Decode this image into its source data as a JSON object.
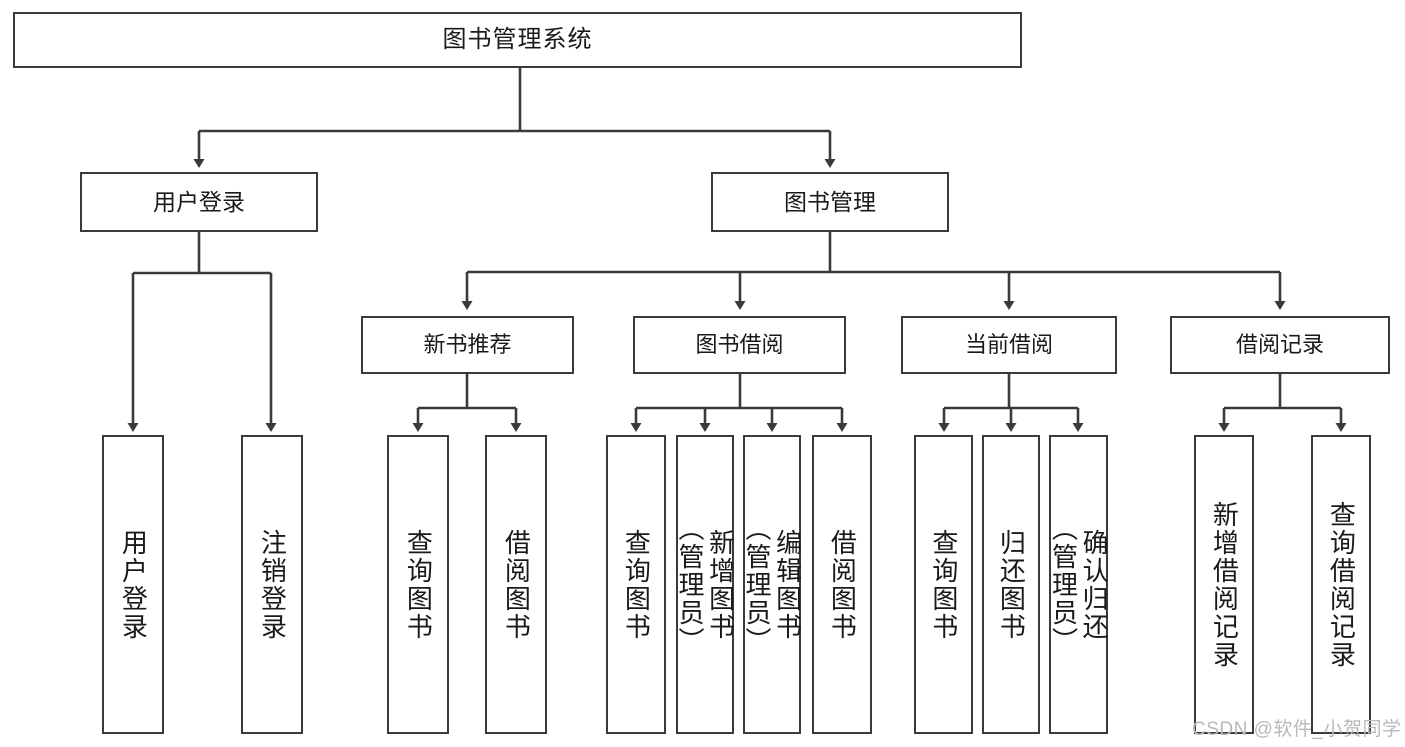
{
  "diagram": {
    "type": "tree-hierarchy",
    "title_node": {
      "label": "图书管理系统"
    },
    "level2": [
      {
        "label": "用户登录"
      },
      {
        "label": "图书管理"
      }
    ],
    "level3": [
      {
        "label": "新书推荐"
      },
      {
        "label": "图书借阅"
      },
      {
        "label": "当前借阅"
      },
      {
        "label": "借阅记录"
      }
    ],
    "leaves": {
      "user_login_children": [
        {
          "label": "用户登录"
        },
        {
          "label": "注销登录"
        }
      ],
      "new_book_children": [
        {
          "label": "查询图书"
        },
        {
          "label": "借阅图书"
        }
      ],
      "book_borrow_children": [
        {
          "label": "查询图书"
        },
        {
          "label": "新增图书\n（管理员）"
        },
        {
          "label": "编辑图书\n（管理员）"
        },
        {
          "label": "借阅图书"
        }
      ],
      "current_borrow_children": [
        {
          "label": "查询图书"
        },
        {
          "label": "归还图书"
        },
        {
          "label": "确认归还\n（管理员）"
        }
      ],
      "borrow_record_children": [
        {
          "label": "新增借阅记录"
        },
        {
          "label": "查询借阅记录"
        }
      ]
    },
    "watermark": "CSDN @软件_小贺同学",
    "colors": {
      "stroke": "#3a3a3a",
      "fill": "#ffffff",
      "text": "#1a1a1a",
      "watermark": "#b9b9b9"
    }
  }
}
